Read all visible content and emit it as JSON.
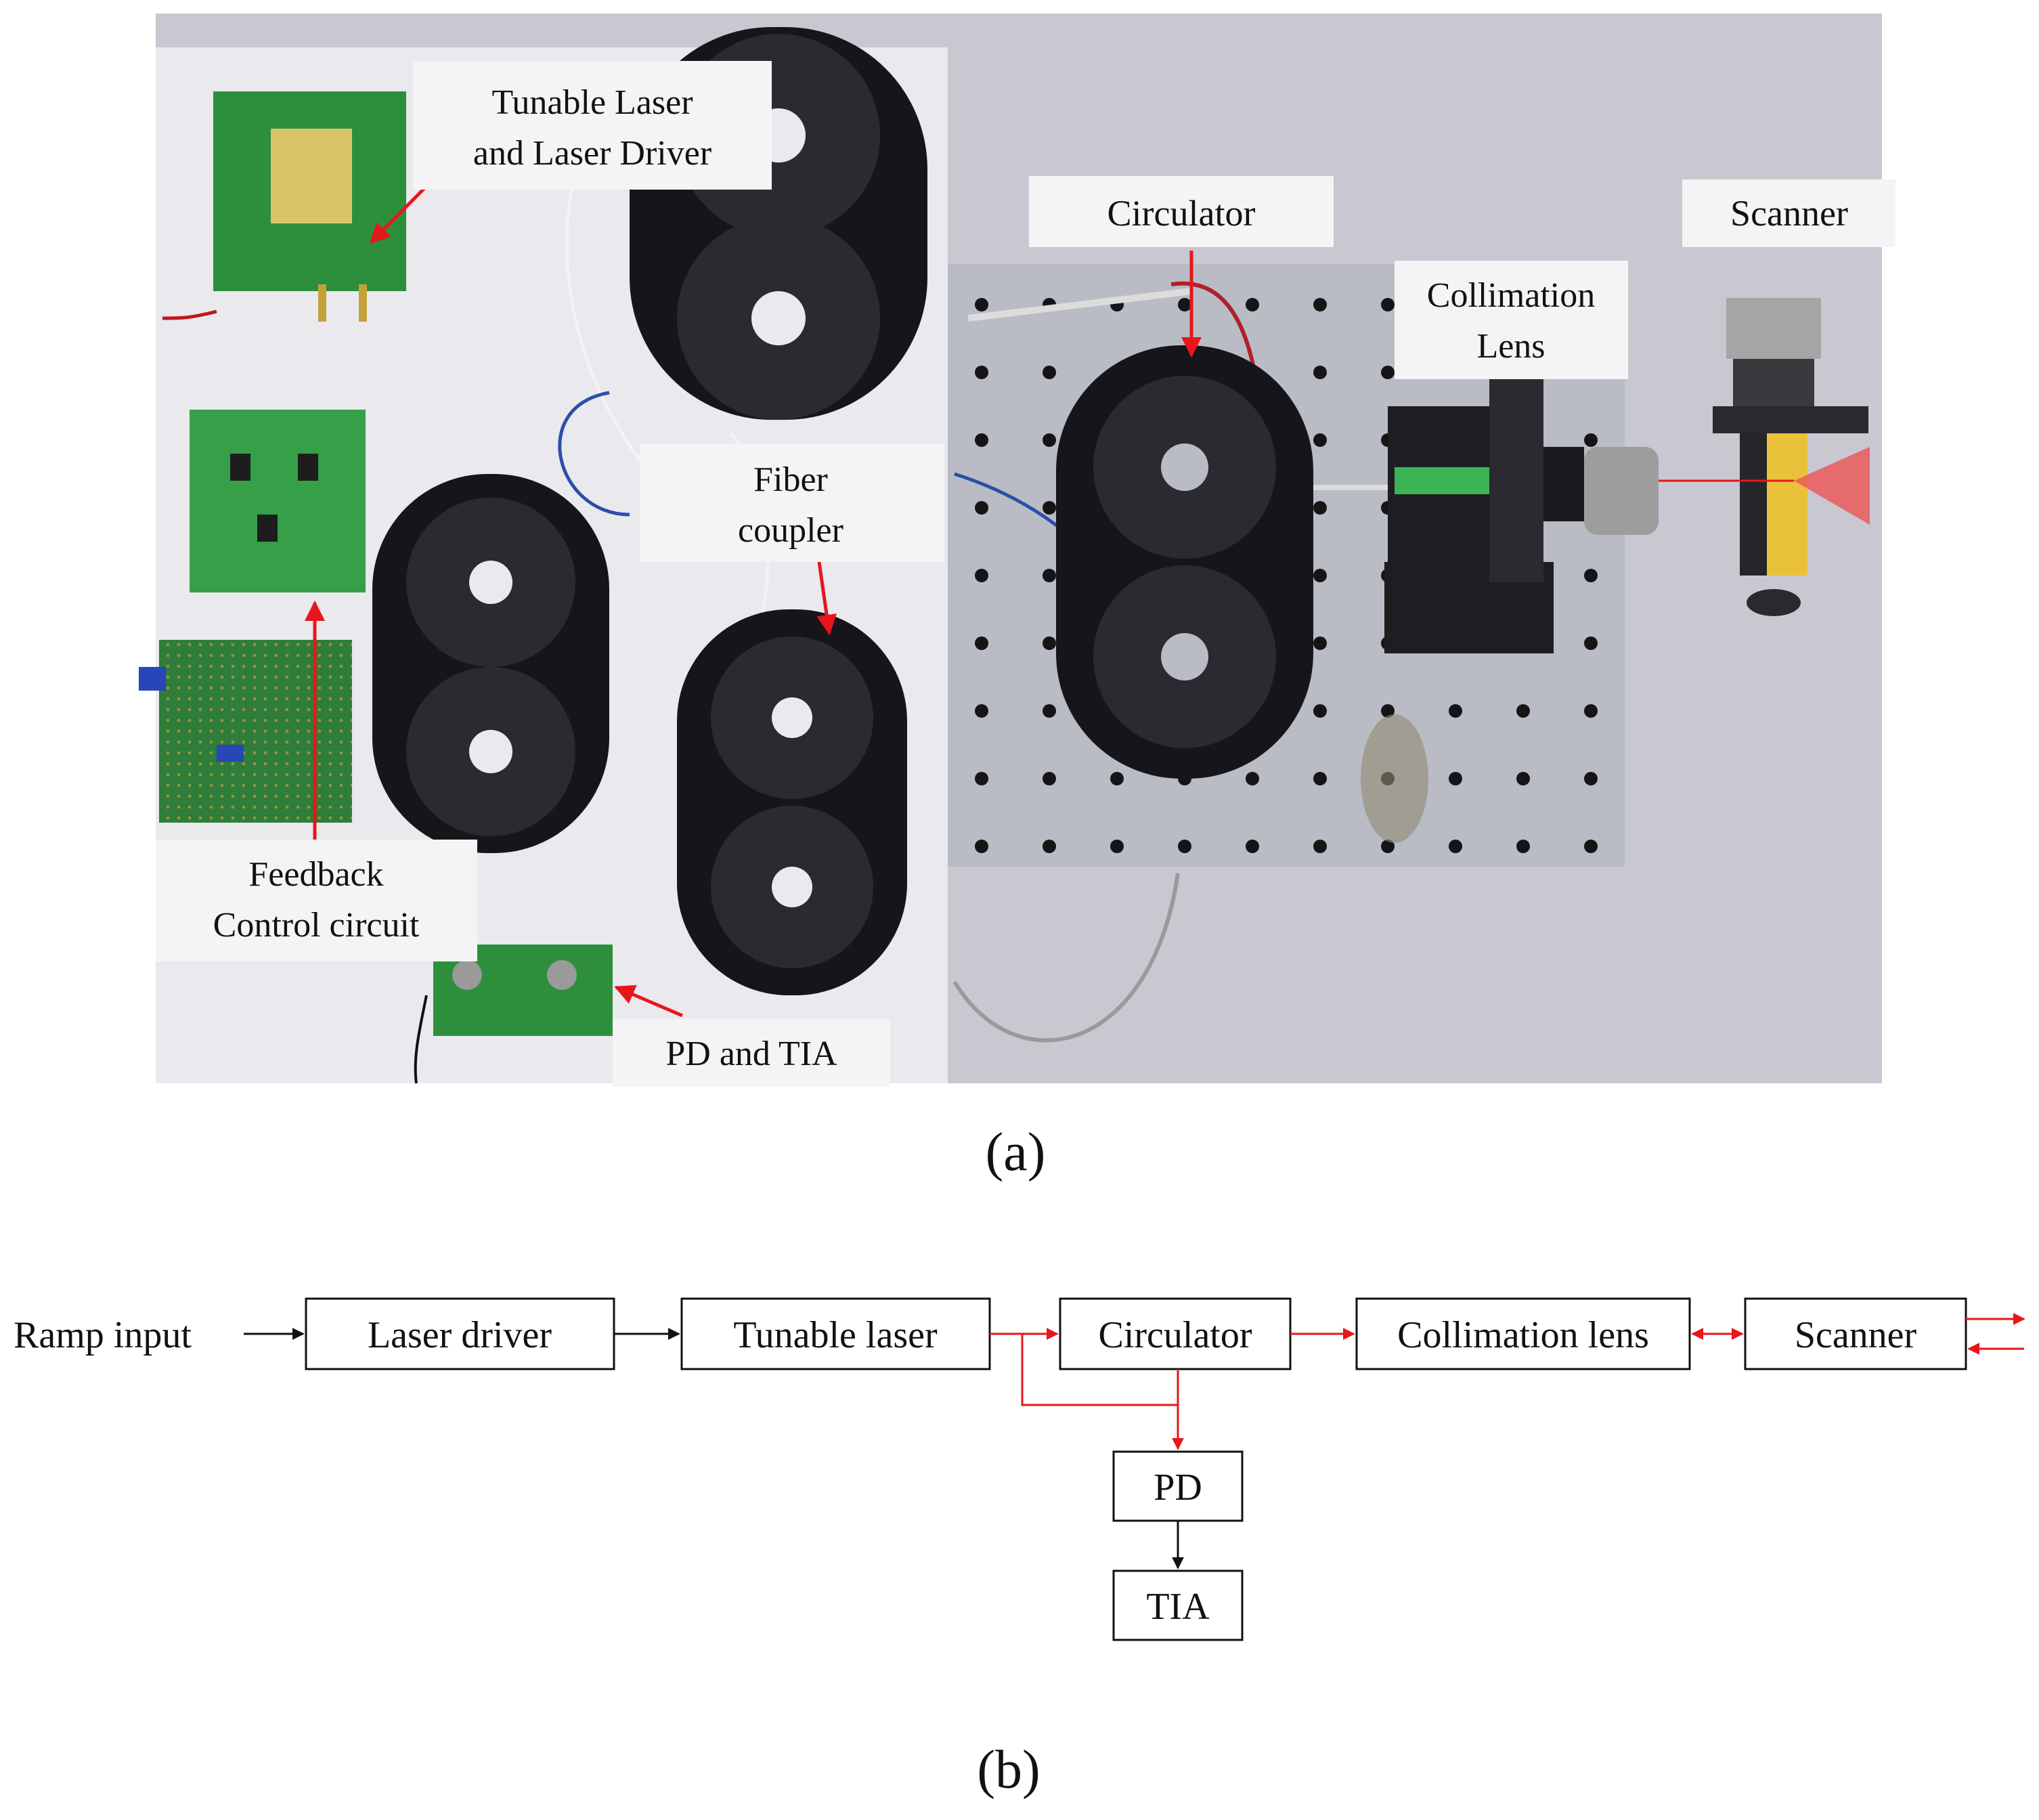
{
  "panel_a": {
    "caption": "(a)",
    "callouts": {
      "tunable_laser": [
        "Tunable Laser",
        "and Laser Driver"
      ],
      "circulator": [
        "Circulator"
      ],
      "scanner": [
        "Scanner"
      ],
      "collimation_lens": [
        "Collimation",
        "Lens"
      ],
      "fiber_coupler": [
        "Fiber",
        "coupler"
      ],
      "feedback": [
        "Feedback",
        "Control circuit"
      ],
      "pd_tia": [
        "PD and TIA"
      ]
    }
  },
  "panel_b": {
    "caption": "(b)",
    "input_label": "Ramp input",
    "blocks": {
      "laser_driver": "Laser driver",
      "tunable_laser": "Tunable laser",
      "circulator": "Circulator",
      "collimation_lens": "Collimation lens",
      "scanner": "Scanner",
      "pd": "PD",
      "tia": "TIA"
    }
  },
  "colors": {
    "optical_path": "#e8161b",
    "electrical_path": "#111111",
    "photo_background": "#c9c8d1",
    "breadboard": "#b9bcc4",
    "spool": "#16161a",
    "pcb": "#2d8f3c",
    "label_box": "#f4f4f4"
  }
}
